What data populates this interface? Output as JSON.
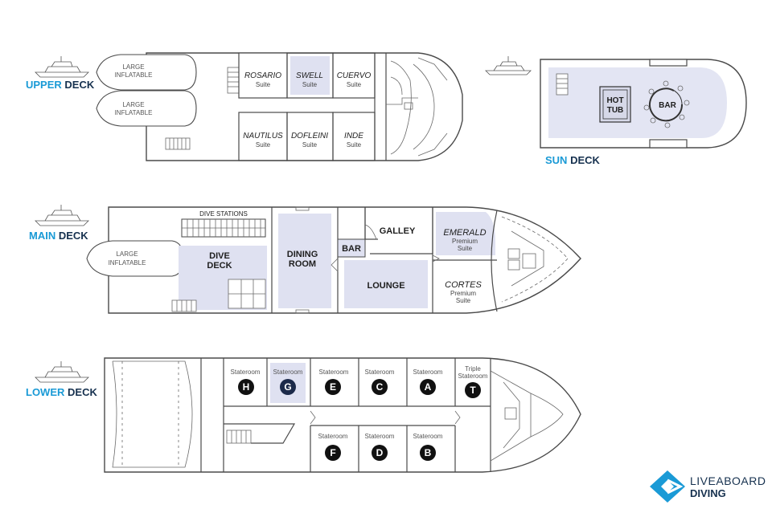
{
  "decks": {
    "upper": {
      "word": "UPPER",
      "suffix": "DECK"
    },
    "sun": {
      "word": "SUN",
      "suffix": "DECK"
    },
    "main": {
      "word": "MAIN",
      "suffix": "DECK"
    },
    "lower": {
      "word": "LOWER",
      "suffix": "DECK"
    }
  },
  "inflatable": {
    "line1": "LARGE",
    "line2": "INFLATABLE"
  },
  "upper_suites": [
    {
      "name": "ROSARIO",
      "type": "Suite"
    },
    {
      "name": "SWELL",
      "type": "Suite"
    },
    {
      "name": "CUERVO",
      "type": "Suite"
    },
    {
      "name": "NAUTILUS",
      "type": "Suite"
    },
    {
      "name": "DOFLEINI",
      "type": "Suite"
    },
    {
      "name": "INDE",
      "type": "Suite"
    }
  ],
  "sun_deck": {
    "hot_tub_1": "HOT",
    "hot_tub_2": "TUB",
    "bar": "BAR"
  },
  "main_deck": {
    "dive_stations": "DIVE STATIONS",
    "dive_deck_1": "DIVE",
    "dive_deck_2": "DECK",
    "dining_1": "DINING",
    "dining_2": "ROOM",
    "bar": "BAR",
    "galley": "GALLEY",
    "lounge": "LOUNGE",
    "emerald": {
      "name": "EMERALD",
      "line2": "Premium",
      "line3": "Suite"
    },
    "cortes": {
      "name": "CORTES",
      "line2": "Premium",
      "line3": "Suite"
    }
  },
  "lower_deck": {
    "stateroom": "Stateroom",
    "triple_1": "Triple",
    "triple_2": "Stateroom",
    "top_row": [
      "H",
      "G",
      "E",
      "C",
      "A",
      "T"
    ],
    "bottom_row": [
      "F",
      "D",
      "B"
    ]
  },
  "brand": {
    "line1": "LIVEABOARD",
    "line2": "DIVING",
    "color": "#1a9ad6"
  }
}
